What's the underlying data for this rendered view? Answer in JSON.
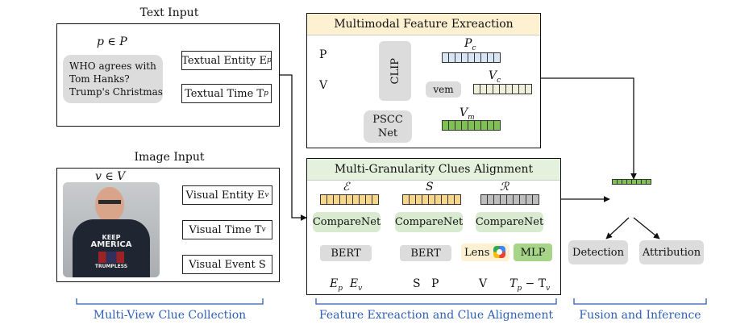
{
  "text_input": {
    "title": "Text Input",
    "symbol": "p ∈ P",
    "example": [
      "WHO agrees with",
      "Tom Hanks?",
      "Trump's Christmas"
    ],
    "entity": "Textual Entity E",
    "entity_sub": "p",
    "time": "Textual Time T",
    "time_sub": "p"
  },
  "image_input": {
    "title": "Image Input",
    "symbol": "v ∈ V",
    "shirt_text": [
      "KEEP",
      "AMERICA",
      "TRUMPLESS"
    ],
    "entity": "Visual Entity E",
    "entity_sub": "v",
    "time": "Visual Time T",
    "time_sub": "v",
    "event": "Visual Event S"
  },
  "extraction": {
    "title": "Multimodal Feature Exreaction",
    "p_label": "P",
    "v_label": "V",
    "clip": "CLIP",
    "vem": "vem",
    "pscc": [
      "PSCC",
      "Net"
    ],
    "pc": "P",
    "pc_sub": "c",
    "vc": "V",
    "vc_sub": "c",
    "vm": "V",
    "vm_sub": "m"
  },
  "alignment": {
    "title": "Multi-Granularity Clues Alignment",
    "columns": [
      {
        "symbol": "ℰ",
        "compare": "CompareNet",
        "encoder": "BERT",
        "inputs": "E",
        "in_a_sub": "p",
        "in_b": "E",
        "in_b_sub": "v",
        "color": "#f6d68a"
      },
      {
        "symbol": "S",
        "compare": "CompareNet",
        "encoder": "BERT",
        "inputs": "S   P",
        "color": "#f6d68a"
      },
      {
        "symbol": "ℛ",
        "compare": "CompareNet",
        "encoder_a": "Lens",
        "encoder_b": "MLP",
        "input_a": "V",
        "input_b": "T",
        "in_b_sub": "p",
        "in_b_mid": " − T",
        "in_b_sub2": "v",
        "color": "#bdbdbd"
      }
    ]
  },
  "fusion": {
    "detection": "Detection",
    "attribution": "Attribution"
  },
  "captions": {
    "left": "Multi-View Clue Collection",
    "middle": "Feature Exreaction and Clue Alignement",
    "right": "Fusion and Inference"
  },
  "colors": {
    "panel_header": "#fdf1d2",
    "align_header": "#e4f1dc",
    "vec_blue": "#d7e6f2",
    "vec_cream": "#eef0dc",
    "vec_green": "#7ec152",
    "caption": "#2f5fb4"
  }
}
